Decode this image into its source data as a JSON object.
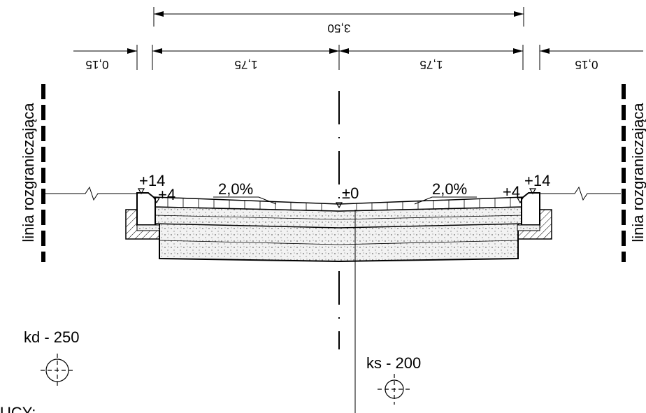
{
  "dimensions": {
    "total": "3,50",
    "left_curb": "0,15",
    "left_lane": "1,75",
    "right_lane": "1,75",
    "right_curb": "0,15"
  },
  "labels": {
    "boundary_left": "linia rozgraniczająca",
    "boundary_right": "linia rozgraniczająca",
    "slope_left": "2,0%",
    "slope_right": "2,0%",
    "elev_curb_left": "+14",
    "elev_gutter_left": "+4",
    "elev_center": "±0",
    "elev_gutter_right": "+4",
    "elev_curb_right": "+14"
  },
  "utilities": {
    "drain": "kd - 250",
    "sewer": "ks - 200"
  },
  "footer_text": "UCY:",
  "colors": {
    "ink": "#000000",
    "fill": "#e6e6e6"
  }
}
